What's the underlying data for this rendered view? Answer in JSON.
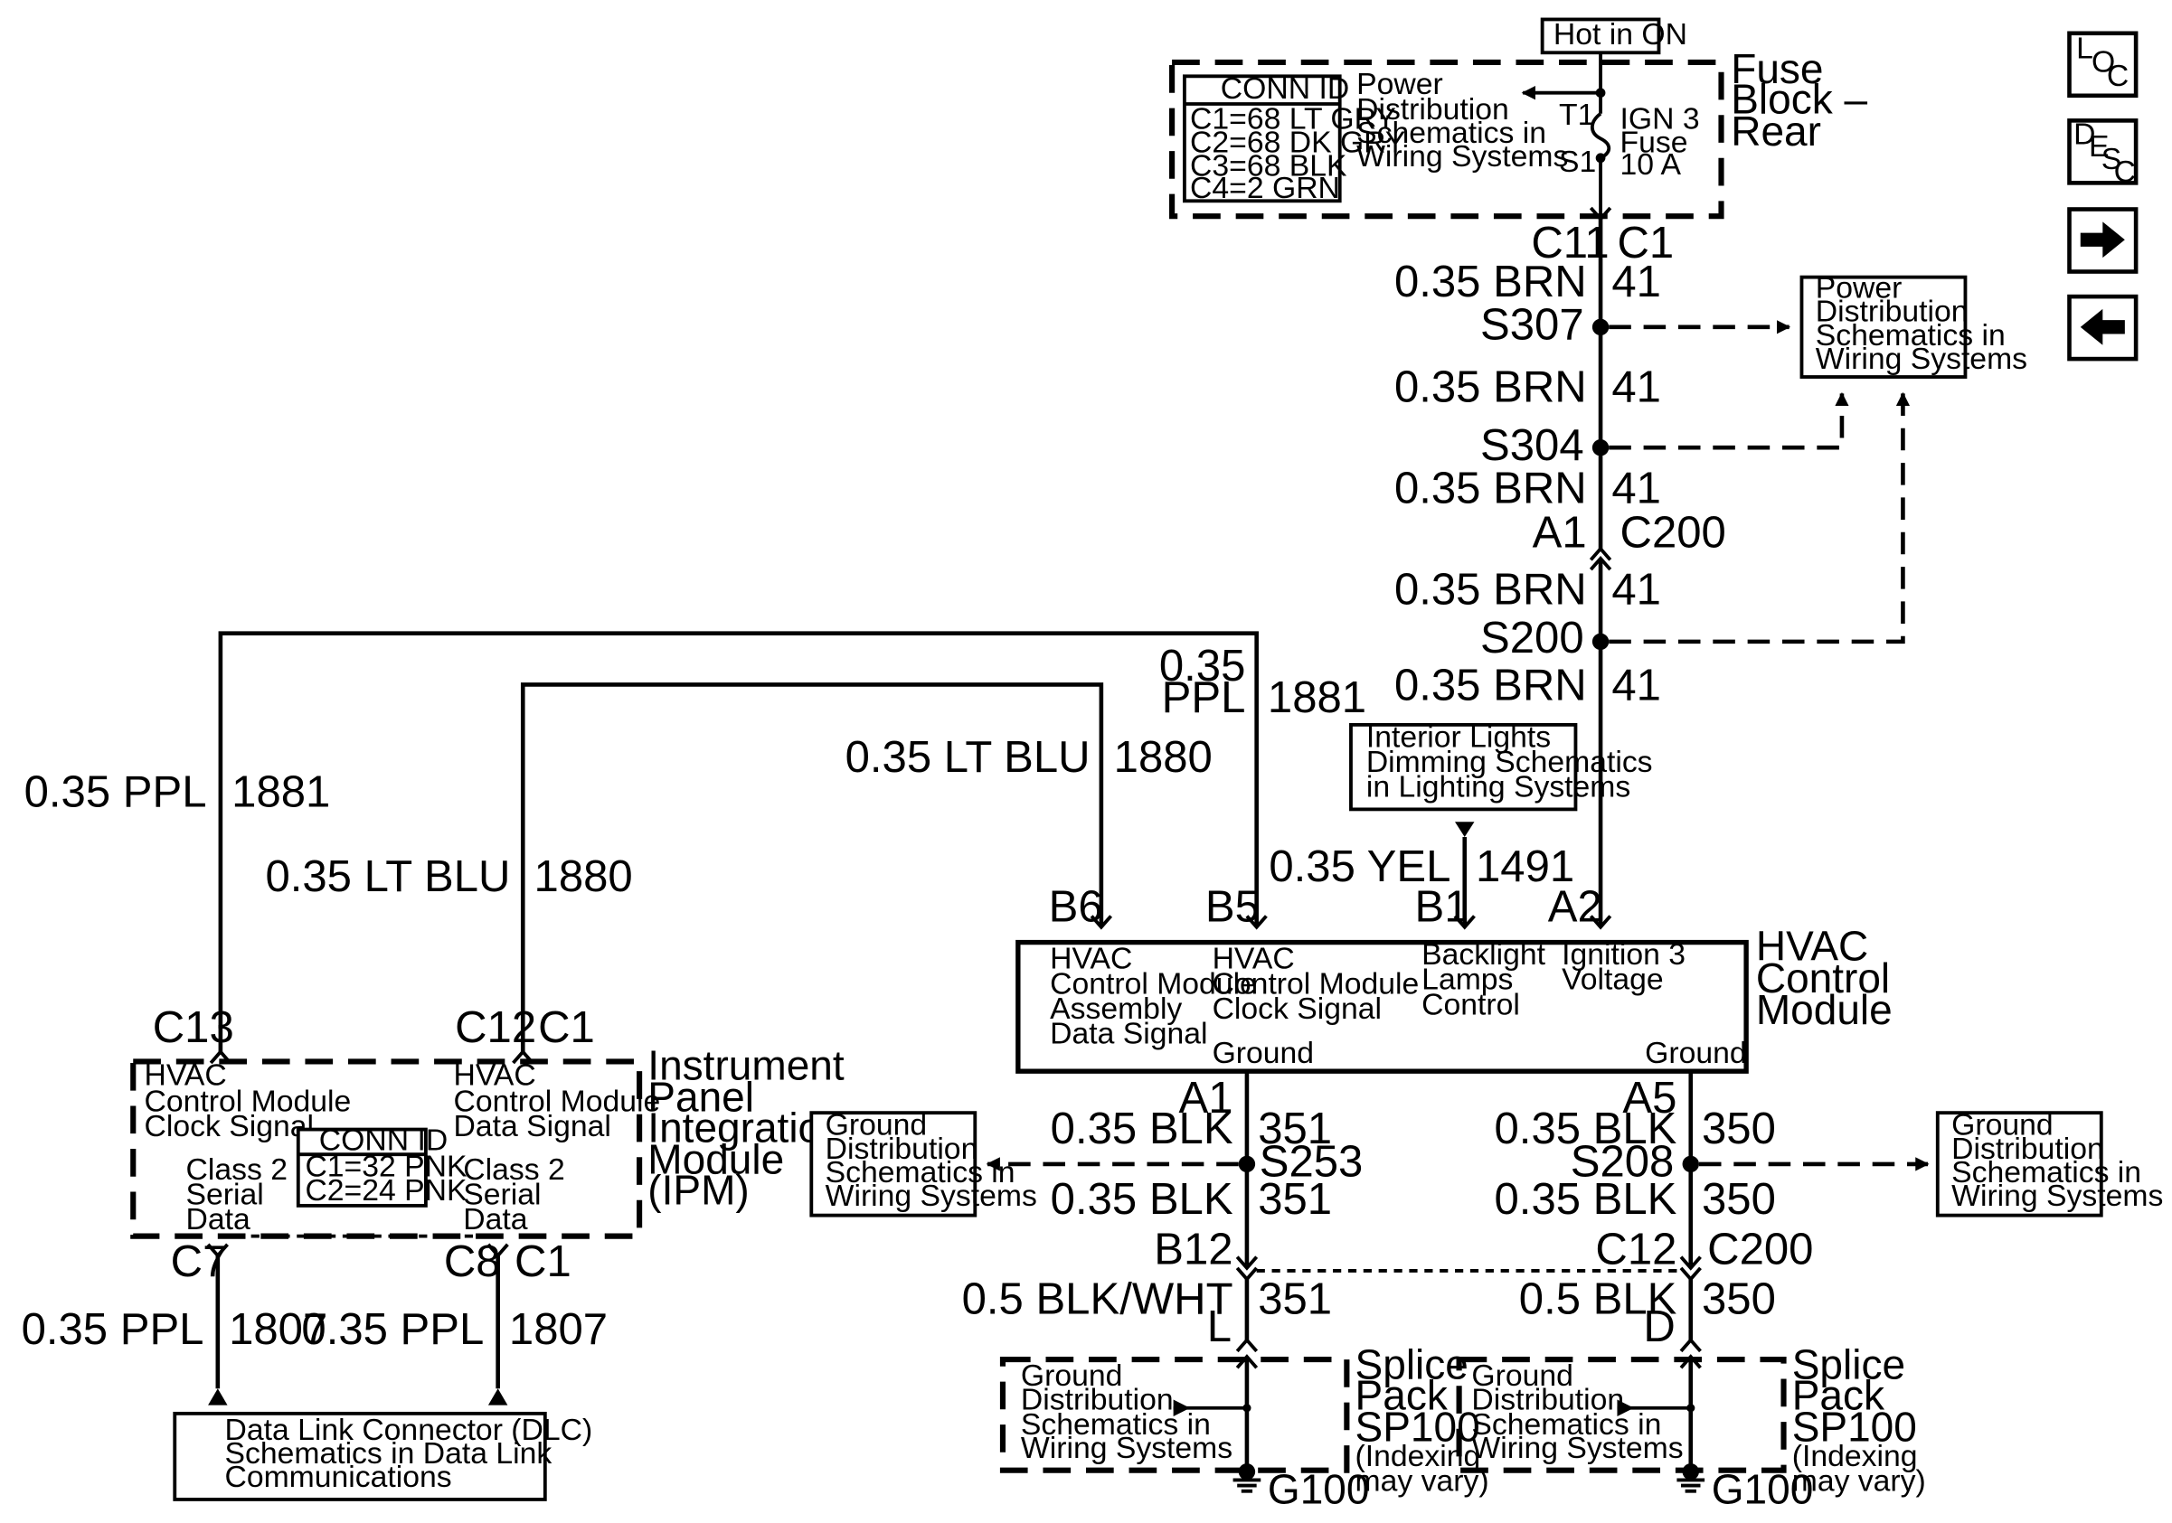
{
  "nav": {
    "loc": [
      "L",
      "O",
      "C"
    ],
    "desc": [
      "D",
      "E",
      "S",
      "C"
    ],
    "forward_icon": "arrow-right-icon",
    "back_icon": "arrow-left-icon"
  },
  "fuse_block": {
    "hot_label": "Hot in ON",
    "name": [
      "Fuse",
      "Block –",
      "Rear"
    ],
    "conn_title": "CONN ID",
    "conn_ids": [
      "C1=68 LT GRY",
      "C2=68 DK GRY",
      "C3=68 BLK",
      "C4=2 GRN"
    ],
    "power_ref": [
      "Power",
      "Distribution",
      "Schematics in",
      "Wiring Systems"
    ],
    "t1": "T1",
    "s1": "S1",
    "fuse_label": [
      "IGN 3",
      "Fuse",
      "10 A"
    ]
  },
  "main_feed": {
    "c11": "C11",
    "c1": "C1",
    "wire1": "0.35 BRN",
    "circ1": "41",
    "s307": "S307",
    "wire2": "0.35 BRN",
    "circ2": "41",
    "s304": "S304",
    "wire3": "0.35 BRN",
    "circ3": "41",
    "a1": "A1",
    "c200": "C200",
    "wire4": "0.35 BRN",
    "circ4": "41",
    "s200": "S200",
    "wire5": "0.35 BRN",
    "circ5": "41"
  },
  "power_ref_right": [
    "Power",
    "Distribution",
    "Schematics in",
    "Wiring Systems"
  ],
  "interior_lights": [
    "Interior Lights",
    "Dimming Schematics",
    "in Lighting Systems"
  ],
  "yel_wire": "0.35 YEL",
  "yel_circ": "1491",
  "ppl_top": [
    "0.35",
    "PPL"
  ],
  "ppl_top_circ": "1881",
  "ltblu_mid": "0.35 LT BLU",
  "ltblu_mid_circ": "1880",
  "ppl_left": "0.35 PPL",
  "ppl_left_circ": "1881",
  "ltblu_left": "0.35 LT BLU",
  "ltblu_left_circ": "1880",
  "hvac": {
    "pins": [
      "B6",
      "B5",
      "B1",
      "A2"
    ],
    "labels": [
      [
        "HVAC",
        "Control Module",
        "Assembly",
        "Data Signal"
      ],
      [
        "HVAC",
        "Control Module",
        "Clock Signal"
      ],
      [
        "Backlight",
        "Lamps",
        "Control"
      ],
      [
        "Ignition 3",
        "Voltage"
      ]
    ],
    "ground1": "Ground",
    "ground2": "Ground",
    "name": [
      "HVAC",
      "Control",
      "Module"
    ]
  },
  "ipm": {
    "c13": "C13",
    "c12": "C12",
    "c1": "C1",
    "clock_label": [
      "HVAC",
      "Control Module",
      "Clock Signal"
    ],
    "data_label": [
      "HVAC",
      "Control Module",
      "Data Signal"
    ],
    "class2a": [
      "Class 2",
      "Serial",
      "Data"
    ],
    "class2b": [
      "Class 2",
      "Serial",
      "Data"
    ],
    "conn_title": "CONN ID",
    "conn_ids": [
      "C1=32 PNK",
      "C2=24 PNK"
    ],
    "name": [
      "Instrument",
      "Panel",
      "Integration",
      "Module",
      "(IPM)"
    ],
    "c7": "C7",
    "c8": "C8",
    "c1b": "C1"
  },
  "dlc": {
    "wire_left": "0.35 PPL",
    "circ_left": "1807",
    "wire_right": "0.35 PPL",
    "circ_right": "1807",
    "box": [
      "Data Link Connector (DLC)",
      "Schematics in Data Link",
      "Communications"
    ]
  },
  "ground_left": {
    "a1": "A1",
    "wire1": "0.35 BLK",
    "circ1": "351",
    "splice": "S253",
    "wire2": "0.35 BLK",
    "circ2": "351",
    "b12": "B12",
    "wire3": "0.5 BLK/WHT",
    "circ3": "351",
    "pin": "L",
    "ref": [
      "Ground",
      "Distribution",
      "Schematics in",
      "Wiring Systems"
    ],
    "inner_ref": [
      "Ground",
      "Distribution",
      "Schematics in",
      "Wiring Systems"
    ],
    "splice_pack": [
      "Splice",
      "Pack",
      "SP100"
    ],
    "indexing": [
      "(Indexing",
      "may vary)"
    ],
    "ground": "G100"
  },
  "ground_right": {
    "a5": "A5",
    "wire1": "0.35 BLK",
    "circ1": "350",
    "splice": "S208",
    "wire2": "0.35 BLK",
    "circ2": "350",
    "c12": "C12",
    "c200": "C200",
    "wire3": "0.5 BLK",
    "circ3": "350",
    "pin": "D",
    "ref": [
      "Ground",
      "Distribution",
      "Schematics in",
      "Wiring Systems"
    ],
    "inner_ref": [
      "Ground",
      "Distribution",
      "Schematics in",
      "Wiring Systems"
    ],
    "splice_pack": [
      "Splice",
      "Pack",
      "SP100"
    ],
    "indexing": [
      "(Indexing",
      "may vary)"
    ],
    "ground": "G100"
  }
}
